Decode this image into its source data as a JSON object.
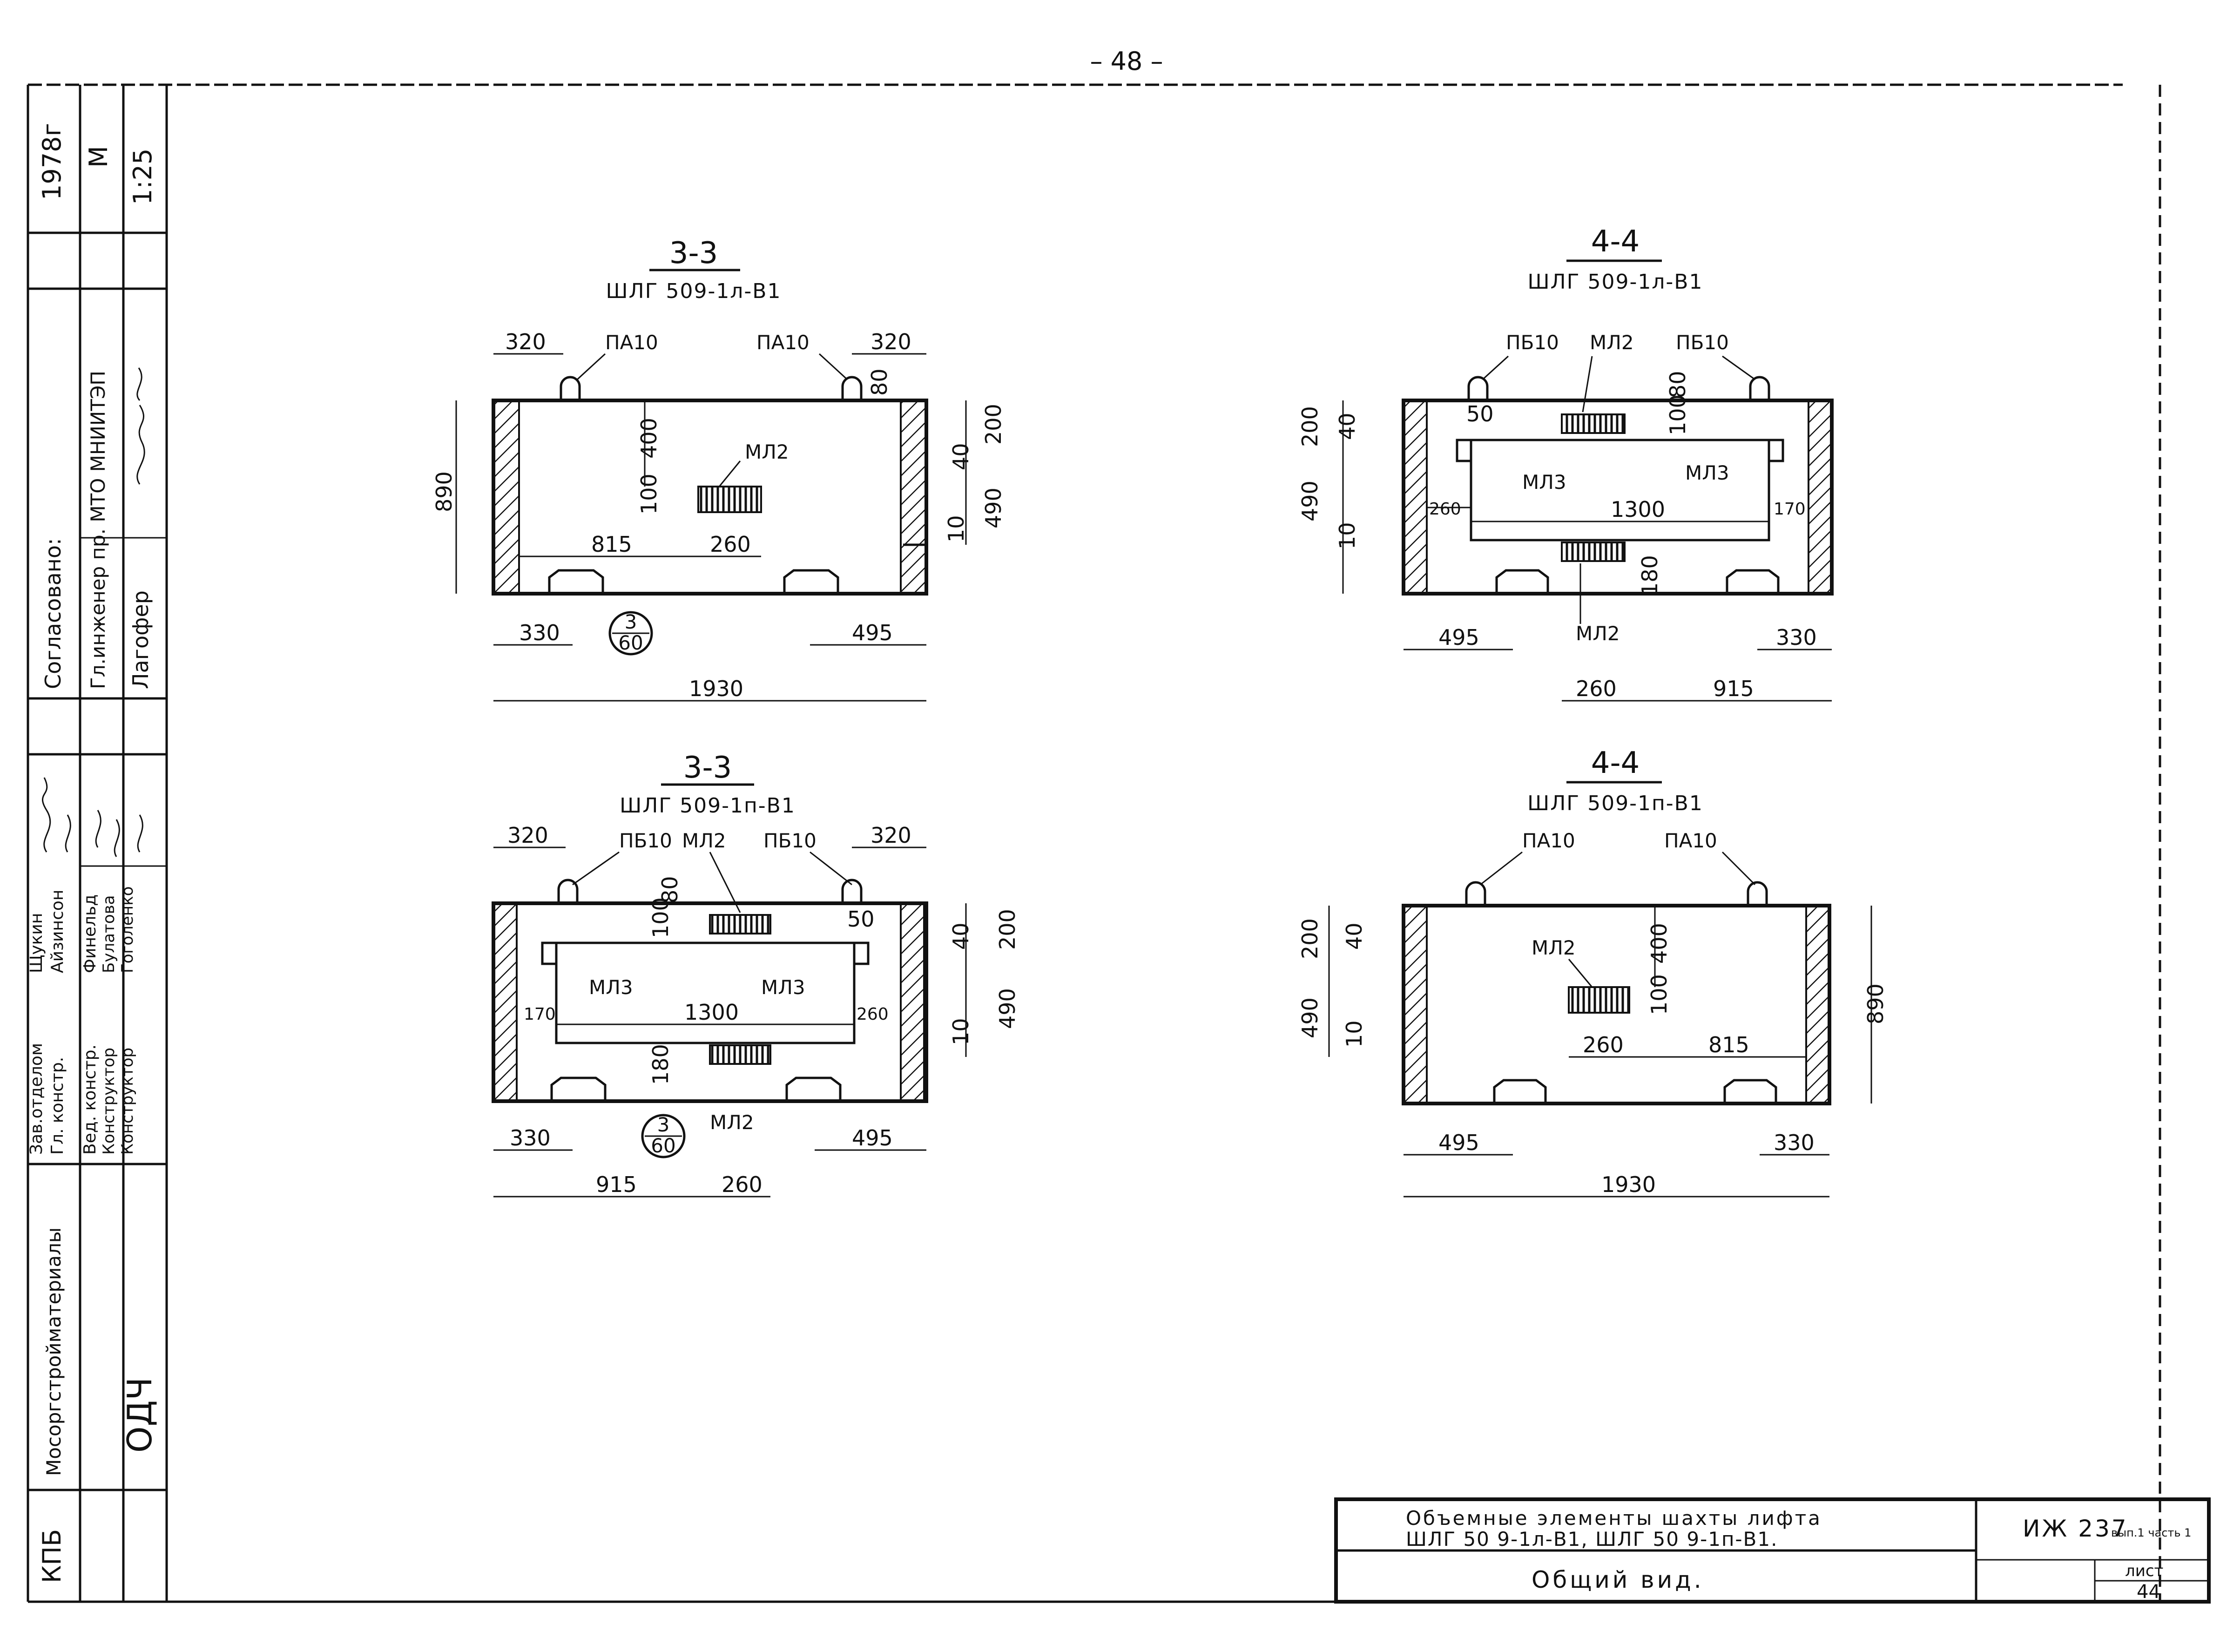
{
  "page_number": "– 48 –",
  "side_stamp": {
    "year": "1978г",
    "scale_label": "М",
    "scale_value": "1:25",
    "agreed_header": "Согласовано:",
    "agreed_role": "Гл.инженер пр. МТО МНИИТЭП",
    "agreed_name": "Лагофер",
    "staff": [
      {
        "role": "Зав.отделом",
        "name": "Щукин"
      },
      {
        "role": "Гл. констр.",
        "name": "Айзинсон"
      },
      {
        "role": "Вед. констр.",
        "name": "Финельд"
      },
      {
        "role": "Конструктор",
        "name": "Булатова"
      },
      {
        "role": "Конструктор",
        "name": "Гоголенко"
      }
    ],
    "org_short": "КПБ",
    "org_name": "Мосоргстройматериалы",
    "dept": "ОДЧ"
  },
  "views": [
    {
      "id": "tl",
      "section": "3-3",
      "mark": "ШЛГ 509-1л-В1",
      "labels": {
        "loop_left": "ПА10",
        "loop_right": "ПА10",
        "plate": "МЛ2",
        "circle_top": "3",
        "circle_bot": "60"
      },
      "dims": {
        "d320a": "320",
        "d320b": "320",
        "d890": "890",
        "d400": "400",
        "d100": "100",
        "d815": "815",
        "d260": "260",
        "d200": "200",
        "d490": "490",
        "d40": "40",
        "d10": "10",
        "d80": "80",
        "d330": "330",
        "d495": "495",
        "d1930": "1930"
      }
    },
    {
      "id": "tr",
      "section": "4-4",
      "mark": "ШЛГ 509-1л-В1",
      "labels": {
        "loop_left": "ПБ10",
        "loop_right": "ПБ10",
        "plate": "МЛ2",
        "plate_bottom": "МЛ2",
        "ml3_left": "МЛ3",
        "ml3_right": "МЛ3"
      },
      "dims": {
        "d200": "200",
        "d40": "40",
        "d490": "490",
        "d10": "10",
        "d260": "260",
        "d1300": "1300",
        "d170": "170",
        "d495": "495",
        "d330": "330",
        "d915": "915",
        "d80": "80",
        "d100": "100",
        "d180": "180",
        "d50": "50"
      }
    },
    {
      "id": "bl",
      "section": "3-3",
      "mark": "ШЛГ 509-1п-В1",
      "labels": {
        "loop_left": "ПБ10",
        "loop_right": "ПБ10",
        "plate": "МЛ2",
        "plate_bottom": "МЛ2",
        "ml3_left": "МЛ3",
        "ml3_right": "МЛ3",
        "circle_top": "3",
        "circle_bot": "60"
      },
      "dims": {
        "d320a": "320",
        "d320b": "320",
        "d80": "80",
        "d100": "100",
        "d50": "50",
        "d200": "200",
        "d40": "40",
        "d490": "490",
        "d10": "10",
        "d170": "170",
        "d1300": "1300",
        "d260": "260",
        "d180": "180",
        "d330": "330",
        "d495": "495",
        "d915": "915",
        "d260b": "260"
      }
    },
    {
      "id": "br",
      "section": "4-4",
      "mark": "ШЛГ 509-1п-В1",
      "labels": {
        "loop_left": "ПА10",
        "loop_right": "ПА10",
        "plate": "МЛ2"
      },
      "dims": {
        "d200": "200",
        "d40": "40",
        "d490": "490",
        "d10": "10",
        "d400": "400",
        "d100": "100",
        "d260": "260",
        "d815": "815",
        "d890": "890",
        "d495": "495",
        "d330": "330",
        "d1930": "1930"
      }
    }
  ],
  "title_block": {
    "title_line1": "Объемные элементы шахты лифта",
    "title_line2": "ШЛГ 50 9-1л-В1,  ШЛГ 50 9-1п-В1.",
    "subtitle": "Общий вид.",
    "code": "ИЖ 237",
    "code_note": "вып.1 часть 1",
    "sheet_label": "лист",
    "sheet_no": "44"
  }
}
